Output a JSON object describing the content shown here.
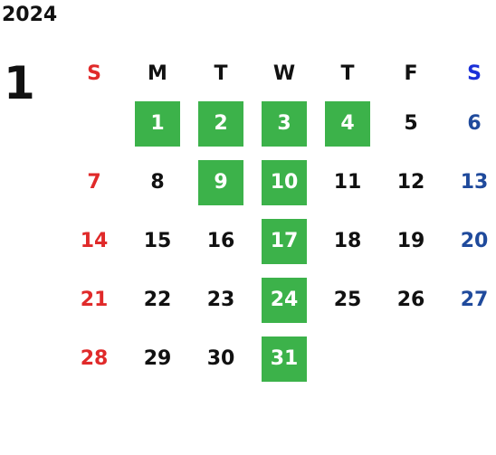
{
  "calendar": {
    "year": "2024",
    "month": "1",
    "weekdays": [
      "S",
      "M",
      "T",
      "W",
      "T",
      "F",
      "S"
    ],
    "weeks": [
      [
        {
          "d": ""
        },
        {
          "d": "1",
          "hl": true
        },
        {
          "d": "2",
          "hl": true
        },
        {
          "d": "3",
          "hl": true
        },
        {
          "d": "4",
          "hl": true
        },
        {
          "d": "5"
        },
        {
          "d": "6"
        }
      ],
      [
        {
          "d": "7"
        },
        {
          "d": "8"
        },
        {
          "d": "9",
          "hl": true
        },
        {
          "d": "10",
          "hl": true
        },
        {
          "d": "11"
        },
        {
          "d": "12"
        },
        {
          "d": "13"
        }
      ],
      [
        {
          "d": "14"
        },
        {
          "d": "15"
        },
        {
          "d": "16"
        },
        {
          "d": "17",
          "hl": true
        },
        {
          "d": "18"
        },
        {
          "d": "19"
        },
        {
          "d": "20"
        }
      ],
      [
        {
          "d": "21"
        },
        {
          "d": "22"
        },
        {
          "d": "23"
        },
        {
          "d": "24",
          "hl": true
        },
        {
          "d": "25"
        },
        {
          "d": "26"
        },
        {
          "d": "27"
        }
      ],
      [
        {
          "d": "28"
        },
        {
          "d": "29"
        },
        {
          "d": "30"
        },
        {
          "d": "31",
          "hl": true
        },
        {
          "d": ""
        },
        {
          "d": ""
        },
        {
          "d": ""
        }
      ],
      [
        {
          "d": ""
        },
        {
          "d": ""
        },
        {
          "d": ""
        },
        {
          "d": ""
        },
        {
          "d": ""
        },
        {
          "d": ""
        },
        {
          "d": ""
        }
      ]
    ]
  },
  "colors": {
    "highlight": "#3cb24a",
    "sunday": "#e02a2a",
    "saturday": "#1f4a9c",
    "saturday_header": "#1a2fd8",
    "text": "#111111"
  }
}
